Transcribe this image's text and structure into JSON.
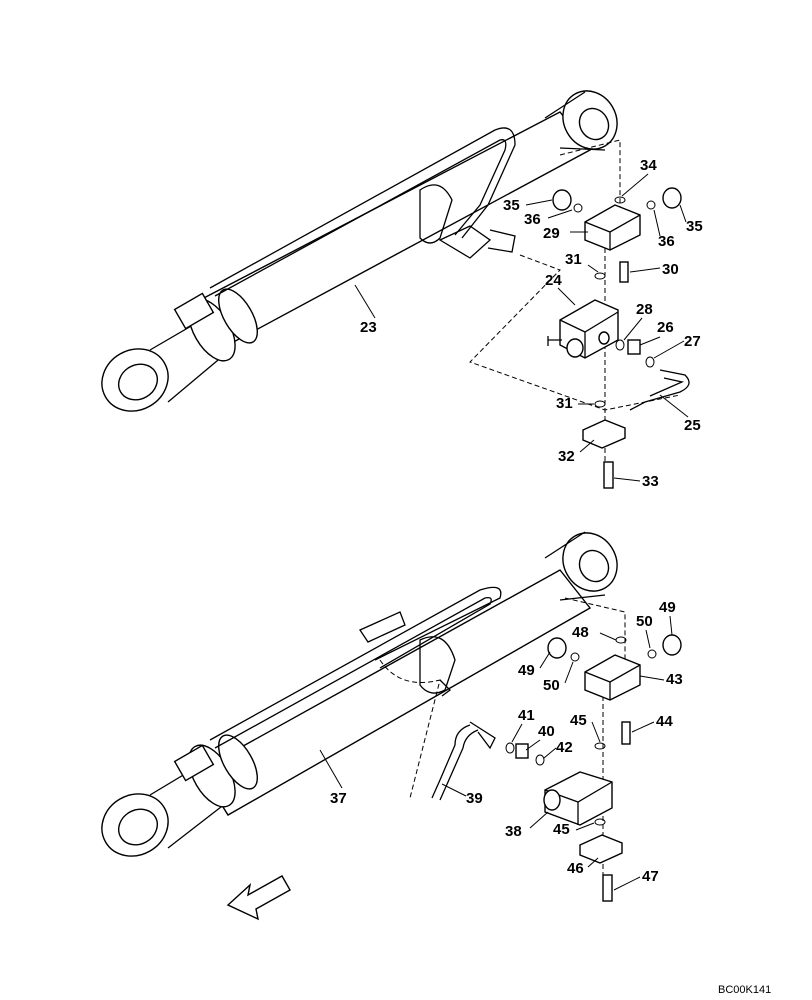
{
  "diagram": {
    "code": "BC00K141",
    "labels": {
      "p23": "23",
      "p24": "24",
      "p25": "25",
      "p26": "26",
      "p27": "27",
      "p28": "28",
      "p29": "29",
      "p30": "30",
      "p31a": "31",
      "p31b": "31",
      "p32": "32",
      "p33": "33",
      "p34": "34",
      "p35a": "35",
      "p35b": "35",
      "p36a": "36",
      "p36b": "36",
      "p37": "37",
      "p38": "38",
      "p39": "39",
      "p40": "40",
      "p41": "41",
      "p42": "42",
      "p43": "43",
      "p44": "44",
      "p45a": "45",
      "p45b": "45",
      "p46": "46",
      "p47": "47",
      "p48": "48",
      "p49a": "49",
      "p49b": "49",
      "p50a": "50",
      "p50b": "50"
    }
  }
}
